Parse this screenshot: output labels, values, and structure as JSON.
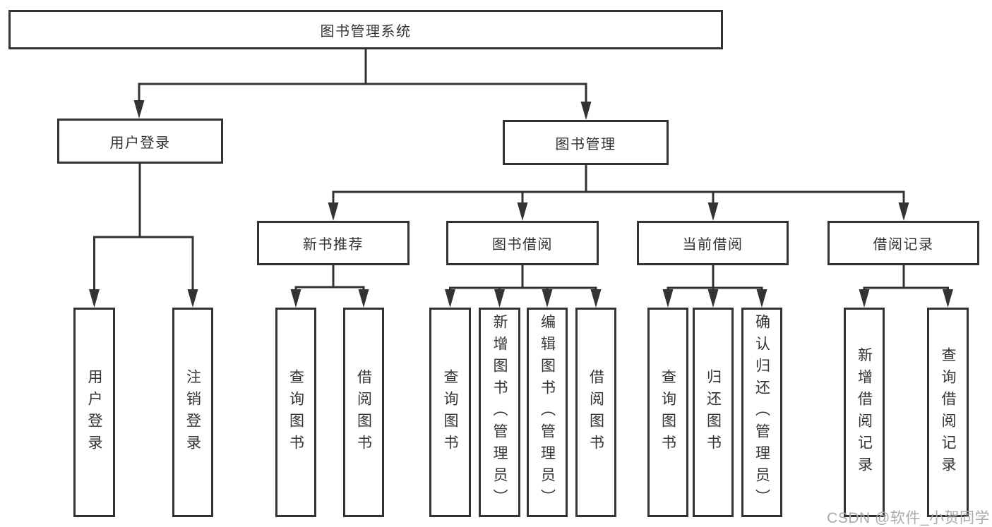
{
  "diagram": {
    "watermark": "CSDN @软件_小贺同学",
    "colors": {
      "line": "#333333",
      "box_border": "#333333",
      "box_fill": "#ffffff",
      "text": "#333333",
      "watermark": "#aaaaaa"
    },
    "nodes": {
      "root": {
        "label": "图书管理系统"
      },
      "userLogin": {
        "label": "用户登录"
      },
      "bookMgmt": {
        "label": "图书管理"
      },
      "newBookRec": {
        "label": "新书推荐"
      },
      "bookBorrow": {
        "label": "图书借阅"
      },
      "currentBorrow": {
        "label": "当前借阅"
      },
      "borrowRecord": {
        "label": "借阅记录"
      },
      "leafUserLogin": {
        "label": "用户登录"
      },
      "leafLogout": {
        "label": "注销登录"
      },
      "leafQueryBook1": {
        "label": "查询图书"
      },
      "leafBorrowBook1": {
        "label": "借阅图书"
      },
      "leafQueryBook2": {
        "label": "查询图书"
      },
      "leafAddBook": {
        "label": "新增图书（管理员）"
      },
      "leafEditBook": {
        "label": "编辑图书（管理员）"
      },
      "leafBorrowBook2": {
        "label": "借阅图书"
      },
      "leafQueryBook3": {
        "label": "查询图书"
      },
      "leafReturnBook": {
        "label": "归还图书"
      },
      "leafConfirmReturn": {
        "label": "确认归还（管理员）"
      },
      "leafAddRecord": {
        "label": "新增借阅记录"
      },
      "leafQueryRecord": {
        "label": "查询借阅记录"
      }
    }
  }
}
